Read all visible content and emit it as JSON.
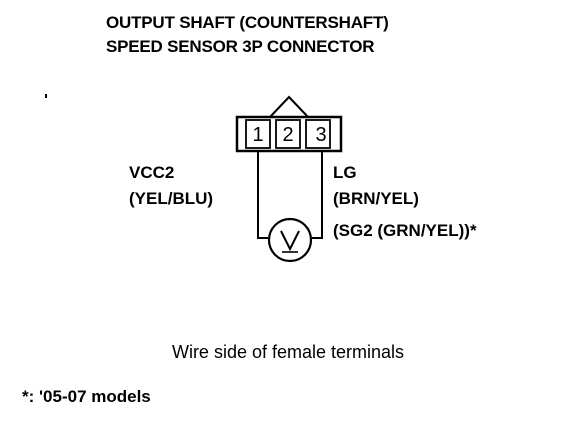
{
  "title": {
    "line1": "OUTPUT SHAFT (COUNTERSHAFT)",
    "line2": "SPEED SENSOR 3P CONNECTOR"
  },
  "connector": {
    "pins": [
      "1",
      "2",
      "3"
    ]
  },
  "wires": {
    "left": {
      "name": "VCC2",
      "color": "(YEL/BLU)"
    },
    "right": {
      "name": "LG",
      "color": "(BRN/YEL)",
      "alt": "(SG2 (GRN/YEL))*"
    }
  },
  "meter": {
    "symbol": "voltmeter-icon",
    "glyph": "V"
  },
  "caption": "Wire side of female terminals",
  "footnote": "*: '05-07 models"
}
